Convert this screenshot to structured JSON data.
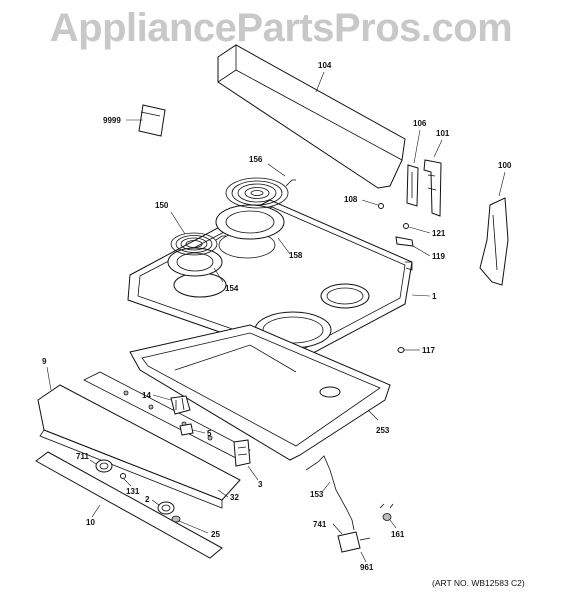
{
  "watermark": "AppliancePartsPros.com",
  "art_number": "(ART NO. WB12583 C2)",
  "callouts": {
    "c104": "104",
    "c9999": "9999",
    "c106": "106",
    "c101": "101",
    "c100": "100",
    "c156": "156",
    "c108": "108",
    "c150": "150",
    "c121": "121",
    "c158": "158",
    "c119": "119",
    "c154": "154",
    "c1": "1",
    "c117": "117",
    "c9": "9",
    "c14": "14",
    "c5": "5",
    "c253": "253",
    "c711": "711",
    "c131": "131",
    "c3": "3",
    "c32": "32",
    "c153": "153",
    "c2": "2",
    "c10": "10",
    "c25": "25",
    "c741": "741",
    "c161": "161",
    "c961": "961"
  }
}
